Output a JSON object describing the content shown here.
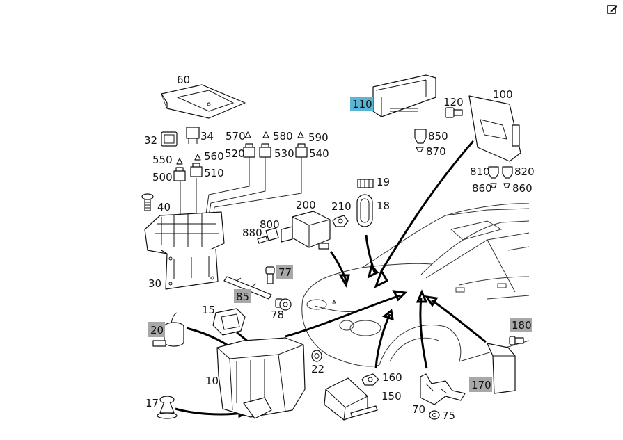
{
  "toolbar": {
    "edit_icon": "edit-icon"
  },
  "callouts": {
    "c60": "60",
    "c32": "32",
    "c34": "34",
    "c550": "550",
    "c560": "560",
    "c500": "500",
    "c510": "510",
    "c570": "570",
    "c580": "580",
    "c590": "590",
    "c520": "520",
    "c530": "530",
    "c540": "540",
    "c40": "40",
    "c30": "30",
    "c110": "110",
    "c120": "120",
    "c100": "100",
    "c850": "850",
    "c870": "870",
    "c810": "810",
    "c820": "820",
    "c860a": "860",
    "c860b": "860",
    "c19": "19",
    "c18": "18",
    "c200": "200",
    "c210": "210",
    "c800": "800",
    "c880": "880",
    "c77": "77",
    "c85": "85",
    "c78": "78",
    "c15": "15",
    "c20": "20",
    "c10": "10",
    "c17": "17",
    "c22": "22",
    "c160": "160",
    "c150": "150",
    "c70": "70",
    "c75": "75",
    "c180": "180",
    "c170": "170"
  },
  "highlights": {
    "blue": [
      "110"
    ],
    "grey": [
      "77",
      "85",
      "20",
      "180",
      "170"
    ]
  },
  "colors": {
    "highlight_blue": "#5bb6d6",
    "highlight_grey": "#a8a8a8",
    "line": "#111111"
  }
}
